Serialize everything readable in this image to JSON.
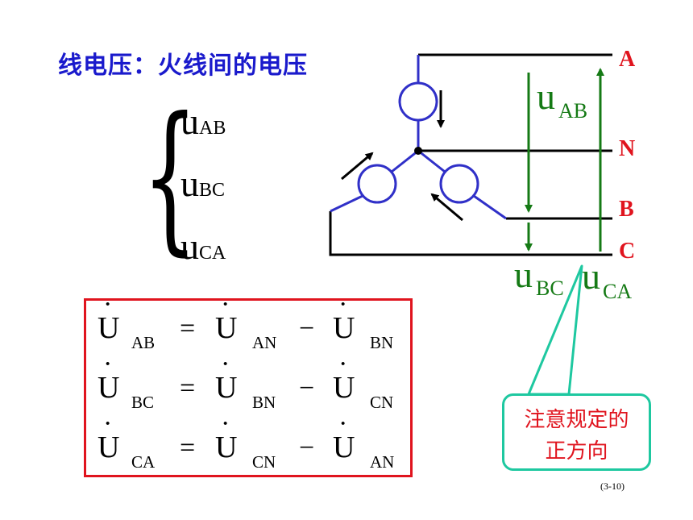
{
  "title": "线电压：火线间的电压",
  "line_voltages": [
    {
      "base": "u",
      "sub": "AB"
    },
    {
      "base": "u",
      "sub": "BC"
    },
    {
      "base": "u",
      "sub": "CA"
    }
  ],
  "equations": [
    {
      "lhs": "AB",
      "t1": "AN",
      "t2": "BN"
    },
    {
      "lhs": "BC",
      "t1": "BN",
      "t2": "CN"
    },
    {
      "lhs": "CA",
      "t1": "CN",
      "t2": "AN"
    }
  ],
  "symbols": {
    "phasor": "U",
    "eq": "=",
    "minus": "−"
  },
  "diagram": {
    "terminals": [
      "A",
      "N",
      "B",
      "C"
    ],
    "u_base": "u",
    "u_ab_sub": "AB",
    "u_bc_sub": "BC",
    "u_ca_sub": "CA"
  },
  "callout": {
    "line1": "注意规定的",
    "line2": "正方向"
  },
  "page_number": "(3-10)",
  "colors": {
    "title": "#1a1acc",
    "terminal": "#e0141e",
    "coil": "#3030c8",
    "arrow_green": "#157a15",
    "callout_border": "#1ec8a0",
    "box_border": "#e0141e"
  }
}
